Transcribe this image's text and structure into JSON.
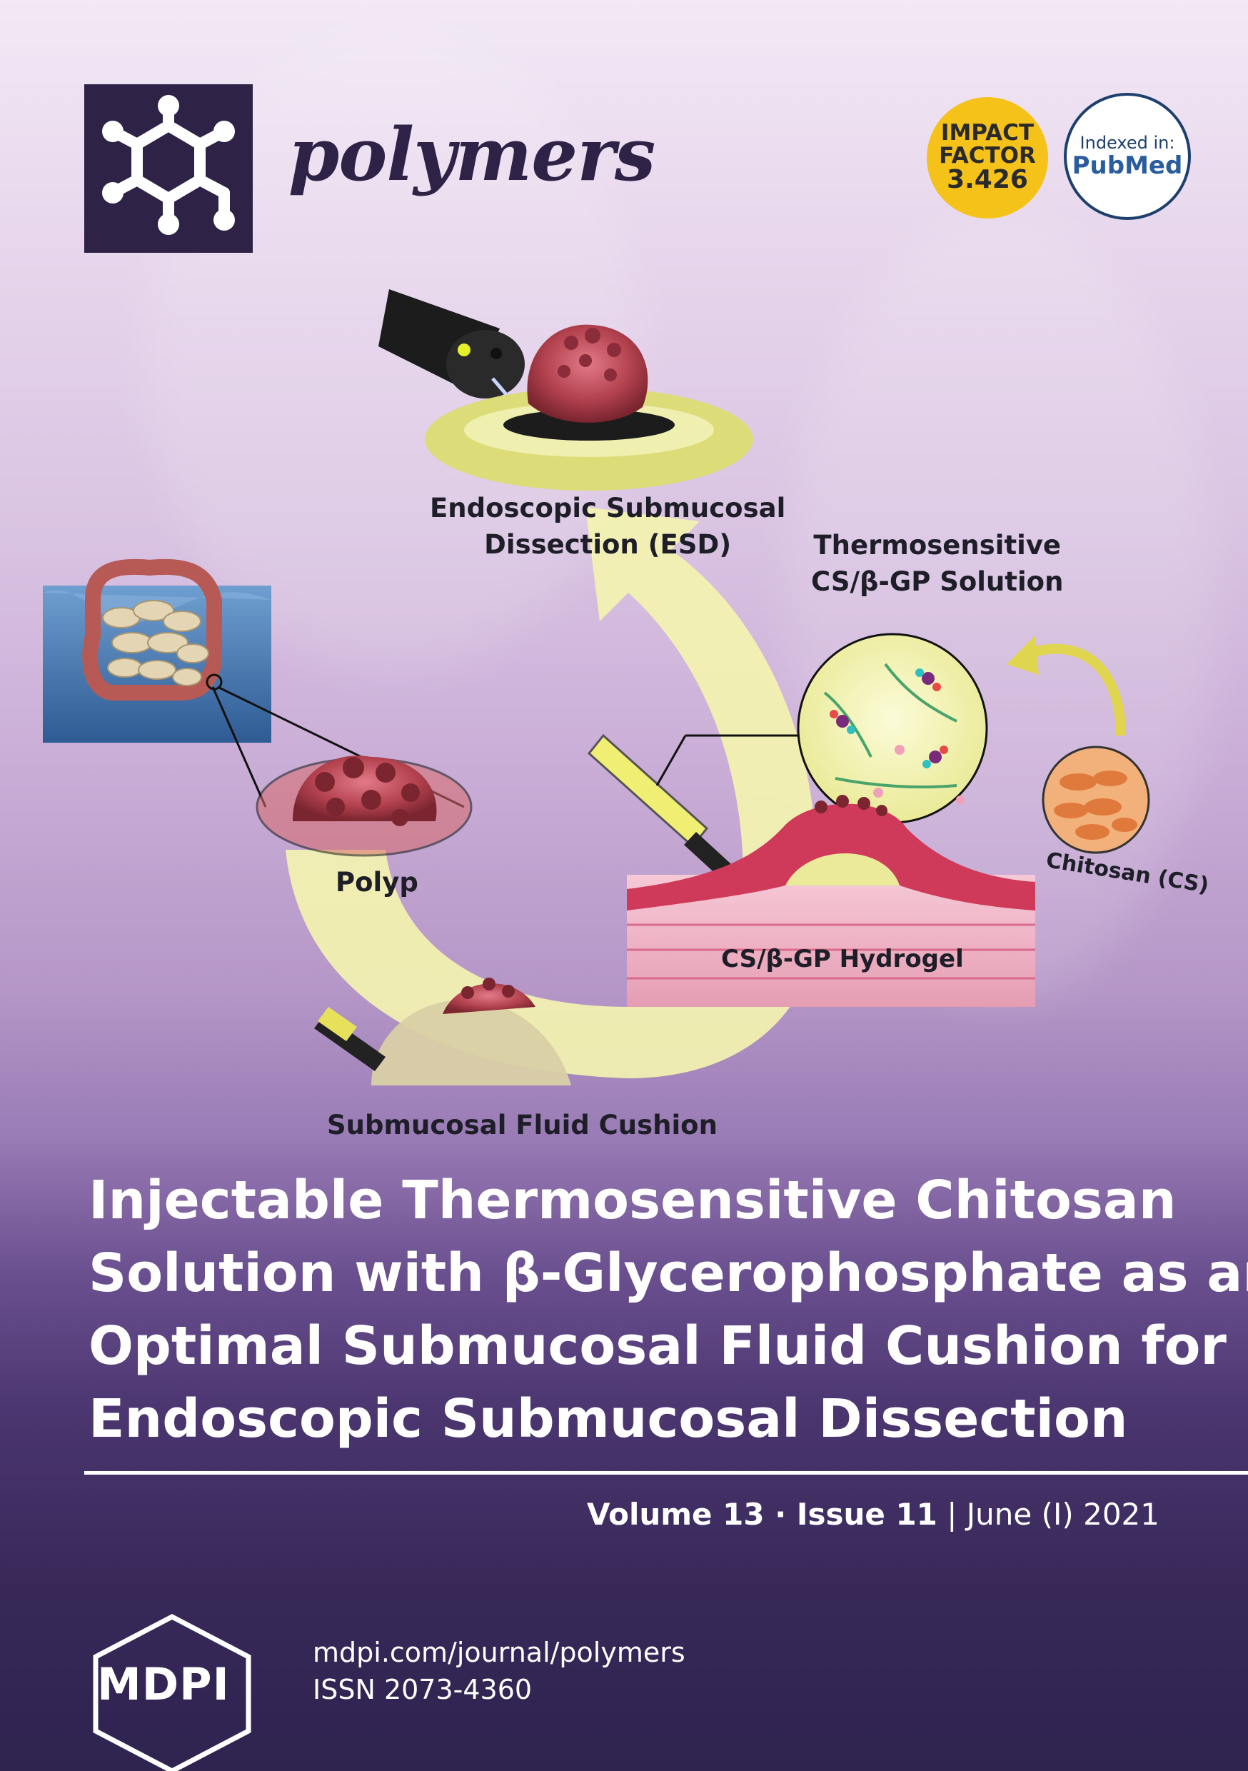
{
  "journal": {
    "name": "polymers",
    "impact_factor": {
      "line1": "IMPACT",
      "line2": "FACTOR",
      "value": "3.426"
    },
    "indexed": {
      "label": "Indexed in:",
      "database": "PubMed"
    }
  },
  "figure_labels": {
    "esd_line1": "Endoscopic Submucosal",
    "esd_line2": "Dissection (ESD)",
    "solution_line1": "Thermosensitive",
    "solution_line2": "CS/β-GP Solution",
    "polyp": "Polyp",
    "chitosan": "Chitosan (CS)",
    "hydrogel": "CS/β-GP Hydrogel",
    "cushion": "Submucosal Fluid Cushion"
  },
  "article": {
    "title_lines": [
      "Injectable Thermosensitive Chitosan",
      "Solution with β-Glycerophosphate as an",
      "Optimal Submucosal Fluid Cushion for",
      "Endoscopic Submucosal Dissection"
    ]
  },
  "issue": {
    "volume": "Volume 13",
    "separator": " · ",
    "issue": "Issue 11",
    "divider": " | ",
    "date": "June (I) 2021"
  },
  "publisher": {
    "logo_text": "MDPI",
    "url": "mdpi.com/journal/polymers",
    "issn": "ISSN 2073-4360"
  },
  "colors": {
    "brand_dark": "#2e2347",
    "impact_badge": "#f5c21a",
    "pubmed_blue": "#1d3f6e",
    "arrow_yellow": "#f3f3b0"
  }
}
